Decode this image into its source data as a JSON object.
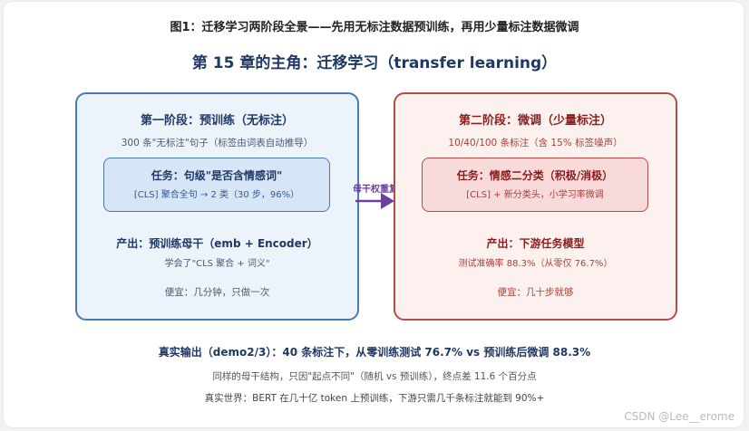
{
  "figure_title": "图1：迁移学习两阶段全景——先用无标注数据预训练，再用少量标注数据微调",
  "main_title": "第 15 章的主角：迁移学习（transfer learning）",
  "stage1": {
    "title": "第一阶段：预训练（无标注）",
    "subtitle": "300 条\"无标注\"句子（标签由词表自动推导）",
    "task_title": "任务：句级\"是否含情感词\"",
    "task_desc": "[CLS] 聚合全句 → 2 类（30 步，96%）",
    "output_title": "产出：预训练母干（emb + Encoder）",
    "output_desc": "学会了\"CLS 聚合 + 词义\"",
    "cost": "便宜：几分钟，只做一次"
  },
  "stage2": {
    "title": "第二阶段：微调（少量标注）",
    "subtitle": "10/40/100 条标注（含 15% 标签噪声）",
    "task_title": "任务：情感二分类（积极/消极）",
    "task_desc": "[CLS] + 新分类头，小学习率微调",
    "output_title": "产出：下游任务模型",
    "output_desc": "测试准确率 88.3%（从零仅 76.7%）",
    "cost": "便宜：几十步就够"
  },
  "arrow_label": "母干权重复",
  "result_line": "真实输出（demo2/3）：40 条标注下，从零训练测试 76.7% vs 预训练后微调 88.3%",
  "note_line": "同样的母干结构，只因\"起点不同\"（随机 vs 预训练），终点差 11.6 个百分点",
  "world_line": "真实世界：BERT 在几十亿 token 上预训练，下游只需几千条标注就能到 90%+",
  "watermark": "CSDN @Lee__erome",
  "colors": {
    "stage1_border": "#4a78b0",
    "stage1_fill": "#edf3fb",
    "stage2_border": "#b64a44",
    "stage2_fill": "#fdf1f0",
    "arrow": "#6b3fa0",
    "title": "#1f3864"
  }
}
